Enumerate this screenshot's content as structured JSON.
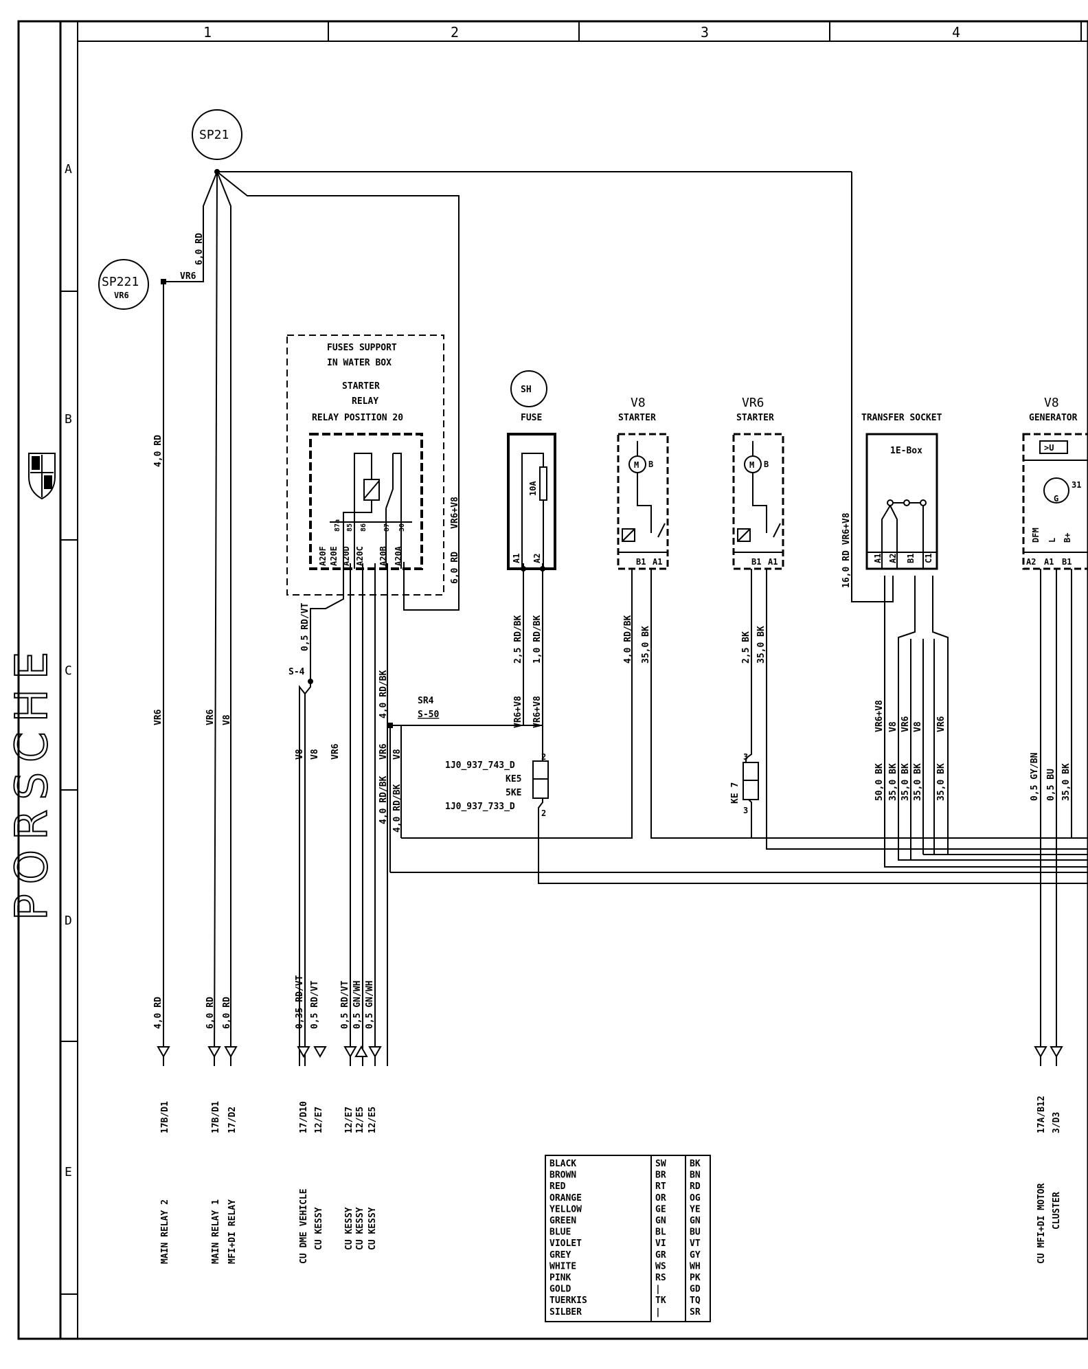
{
  "grid": {
    "columns": [
      "1",
      "2",
      "3",
      "4"
    ],
    "rows": [
      "A",
      "B",
      "C",
      "D",
      "E"
    ]
  },
  "brand": {
    "wordmark": "PORSCHE",
    "crest_icon": "porsche-crest-icon"
  },
  "splices": {
    "sp21": "SP21",
    "sp221": "SP221",
    "sp221_sub": "VR6",
    "s4": "S-4",
    "sr4": "SR4",
    "s50": "S-50",
    "sh": "SH"
  },
  "fuse_box": {
    "title1": "FUSES SUPPORT",
    "title2": "IN WATER BOX",
    "relay1": "STARTER",
    "relay2": "RELAY",
    "relay3": "RELAY POSITION 20",
    "pins": [
      "A20F",
      "A20E",
      "A20D",
      "A20C",
      "A20B",
      "A20A"
    ],
    "pin_nums": [
      "87a",
      "85",
      "86",
      "87",
      "30"
    ]
  },
  "fuse": {
    "title": "FUSE",
    "rating": "10A",
    "pins": [
      "A1",
      "A2"
    ]
  },
  "starter_v8": {
    "model": "V8",
    "title": "STARTER",
    "pins": [
      "B1",
      "A1"
    ],
    "motor": "M",
    "b": "B"
  },
  "starter_vr6": {
    "model": "VR6",
    "title": "STARTER",
    "pins": [
      "B1",
      "A1"
    ],
    "motor": "M",
    "b": "B"
  },
  "transfer": {
    "title": "TRANSFER SOCKET",
    "box": "1E-Box",
    "pins": [
      "A1",
      "A2",
      "B1",
      "C1"
    ]
  },
  "generator": {
    "model": "V8",
    "title": "GENERATOR",
    "reg": ">U",
    "labels": [
      "DFM",
      "L",
      "B+"
    ],
    "pins": [
      "A2",
      "A1",
      "B1"
    ],
    "term": "31",
    "g": "G"
  },
  "wires": {
    "sp221_vr6": "VR6",
    "w6rd_top": "6,0 RD",
    "w4rd_b": "4,0 RD",
    "vr6_main": "VR6",
    "vr6_c": "VR6",
    "v8_c": "V8",
    "vr6_v8_box": "VR6+V8",
    "w6rd_box": "6,0 RD",
    "w05rdvt": "0,5 RD/VT",
    "v8_s4a": "V8",
    "v8_s4b": "V8",
    "vr6_s4": "VR6",
    "w40rdbk_top": "4,0 RD/BK",
    "vr6_a": "VR6",
    "v8_a": "V8",
    "w40rdbk_a": "4,0 RD/BK",
    "w40rdbk_b": "4,0 RD/BK",
    "w25rdbk": "2,5 RD/BK",
    "w10rdbk": "1,0 RD/BK",
    "vr6v8_a": "VR6+V8",
    "vr6v8_b": "VR6+V8",
    "w40rdbk_st": "4,0 RD/BK",
    "w35bk_st": "35,0 BK",
    "w25bk": "2,5 BK",
    "w35bk_vr6": "35,0 BK",
    "w16rd": "16,0 RD  VR6+V8",
    "ts_vr6v8": "VR6+V8",
    "ts_v8a": "V8",
    "ts_vr6a": "VR6",
    "ts_v8b": "V8",
    "ts_vr6b": "VR6",
    "ts_50bk": "50,0 BK",
    "ts_35a": "35,0 BK",
    "ts_35b": "35,0 BK",
    "ts_35c": "35,0 BK",
    "ts_35d": "35,0 BK",
    "gen_a": "0,5 GY/BN",
    "gen_b": "0,5 BU",
    "gen_c": "35,0 BK"
  },
  "connectors": {
    "ke5_top": "1J0_937_743_D",
    "ke5": "KE5",
    "ke5_sub": "5KE",
    "ke5_bot": "1J0_937_733_D",
    "ke5_p1": "2",
    "ke5_p2": "2",
    "ke7": "KE 7",
    "ke7_p1": "3",
    "ke7_p2": "3"
  },
  "bottom_wires": [
    "4,0 RD",
    "6,0 RD",
    "6,0 RD",
    "0,35 RD/VT",
    "0,5 RD/VT",
    "0,5 RD/VT",
    "0,5 GN/WH",
    "0,5 GN/WH"
  ],
  "refs": [
    "17B/D1",
    "17B/D1",
    "17/D2",
    "17/D10",
    "12/E7",
    "12/E7",
    "12/E5",
    "12/E5",
    "17A/B12",
    "3/D3"
  ],
  "dest": [
    [
      "MAIN RELAY 2"
    ],
    [
      "MAIN RELAY 1",
      "MFI+DI RELAY"
    ],
    [
      "CU DME  VEHICLE",
      "CU KESSY"
    ],
    [
      "CU KESSY"
    ],
    [
      "CU KESSY"
    ],
    [
      "CU KESSY"
    ],
    [
      "CU MFI+DI MOTOR",
      "CLUSTER"
    ]
  ],
  "color_table": [
    [
      "BLACK",
      "SW",
      "BK"
    ],
    [
      "BROWN",
      "BR",
      "BN"
    ],
    [
      "RED",
      "RT",
      "RD"
    ],
    [
      "ORANGE",
      "OR",
      "OG"
    ],
    [
      "YELLOW",
      "GE",
      "YE"
    ],
    [
      "GREEN",
      "GN",
      "GN"
    ],
    [
      "BLUE",
      "BL",
      "BU"
    ],
    [
      "VIOLET",
      "VI",
      "VT"
    ],
    [
      "GREY",
      "GR",
      "GY"
    ],
    [
      "WHITE",
      "WS",
      "WH"
    ],
    [
      "PINK",
      "RS",
      "PK"
    ],
    [
      "GOLD",
      "|",
      "GD"
    ],
    [
      "TUERKIS",
      "TK",
      "TQ"
    ],
    [
      "SILBER",
      "|",
      "SR"
    ]
  ]
}
